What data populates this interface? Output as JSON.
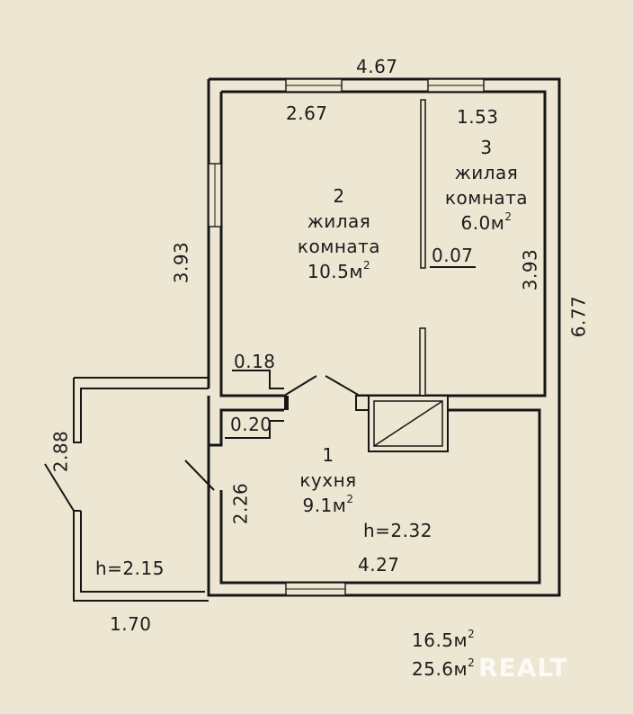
{
  "rooms": [
    {
      "num": "1",
      "name": "кухня",
      "area": "9.1м",
      "sup": "2"
    },
    {
      "num": "2",
      "name1": "жилая",
      "name2": "комната",
      "area": "10.5м",
      "sup": "2"
    },
    {
      "num": "3",
      "name1": "жилая",
      "name2": "комната",
      "area": "6.0м",
      "sup": "2"
    }
  ],
  "dimensions": {
    "top_total": "4.67",
    "top_left": "2.67",
    "top_right": "1.53",
    "left_room2": "3.93",
    "right_room3": "3.93",
    "right_total": "6.77",
    "partition": "0.07",
    "door_top": "0.18",
    "door_bottom": "0.20",
    "kitchen_height": "2.26",
    "porch_height": "2.88",
    "porch_width": "1.70",
    "kitchen_width": "4.27"
  },
  "heights": {
    "kitchen": "h=2.32",
    "porch": "h=2.15"
  },
  "totals": {
    "area1": "16.5м",
    "area1_sup": "2",
    "area2": "25.6м",
    "area2_sup": "2"
  },
  "watermark": "REALT"
}
